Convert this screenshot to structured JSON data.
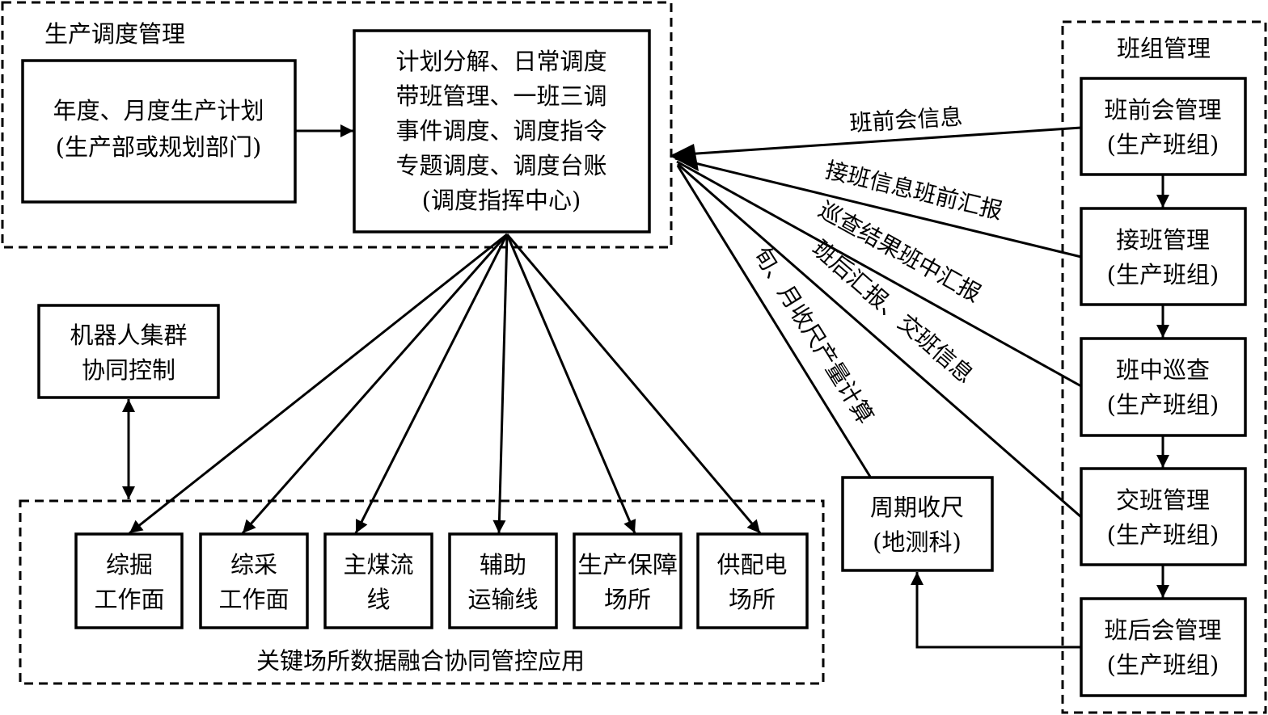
{
  "groups": {
    "production_dispatch": {
      "label": "生产调度管理"
    },
    "team_management": {
      "label": "班组管理"
    },
    "key_sites": {
      "label": "关键场所数据融合协同管控应用"
    }
  },
  "nodes": {
    "annual_plan": {
      "lines": [
        "年度、月度生产计划",
        "(生产部或规划部门)"
      ]
    },
    "dispatch_center": {
      "lines": [
        "计划分解、日常调度",
        "带班管理、一班三调",
        "事件调度、调度指令",
        "专题调度、调度台账",
        "(调度指挥中心)"
      ]
    },
    "robot_cluster": {
      "lines": [
        "机器人集群",
        "协同控制"
      ]
    },
    "pre_shift_meeting": {
      "lines": [
        "班前会管理",
        "(生产班组)"
      ]
    },
    "shift_takeover": {
      "lines": [
        "接班管理",
        "(生产班组)"
      ]
    },
    "mid_shift_patrol": {
      "lines": [
        "班中巡查",
        "(生产班组)"
      ]
    },
    "shift_handover": {
      "lines": [
        "交班管理",
        "(生产班组)"
      ]
    },
    "post_shift_meeting": {
      "lines": [
        "班后会管理",
        "(生产班组)"
      ]
    },
    "periodic_measurement": {
      "lines": [
        "周期收尺",
        "(地测科)"
      ]
    },
    "sites": [
      {
        "lines": [
          "综掘",
          "工作面"
        ]
      },
      {
        "lines": [
          "综采",
          "工作面"
        ]
      },
      {
        "lines": [
          "主煤流",
          "线"
        ]
      },
      {
        "lines": [
          "辅助",
          "运输线"
        ]
      },
      {
        "lines": [
          "生产保障",
          "场所"
        ]
      },
      {
        "lines": [
          "供配电",
          "场所"
        ]
      }
    ]
  },
  "edges": {
    "pre_shift_info": "班前会信息",
    "takeover_report": "接班信息班前汇报",
    "patrol_report": "巡查结果班中汇报",
    "handover_report": "班后汇报、交班信息",
    "measurement_calc": "旬、月收尺产量计算"
  }
}
